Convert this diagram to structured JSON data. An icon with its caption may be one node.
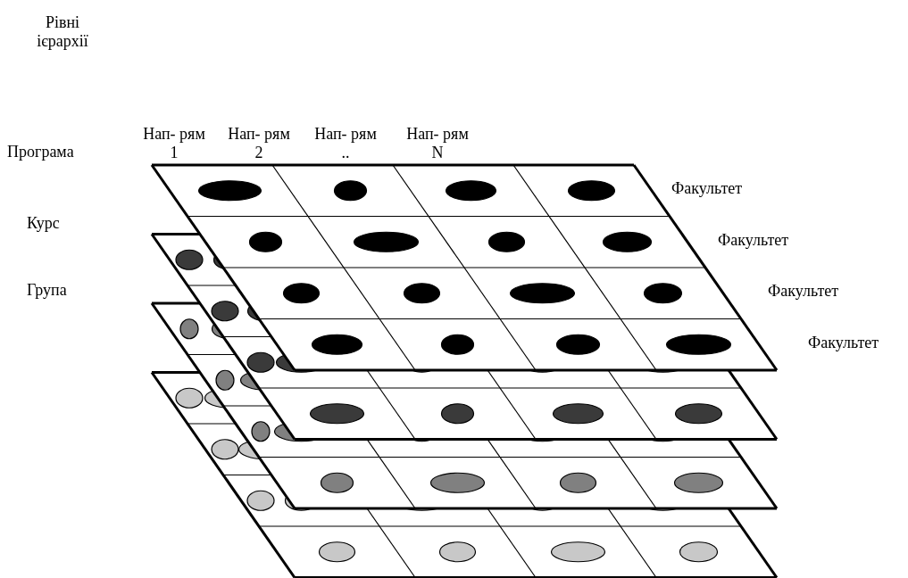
{
  "diagram": {
    "labels": [
      "Рівні ієрархії",
      "Нап- рям 1",
      "Нап- рям 2",
      "Нап- рям ..",
      "Нап- рям N",
      "Програма",
      "Курс",
      "Група",
      "Факультет",
      "Факультет",
      "Факультет",
      "Факультет"
    ]
  }
}
